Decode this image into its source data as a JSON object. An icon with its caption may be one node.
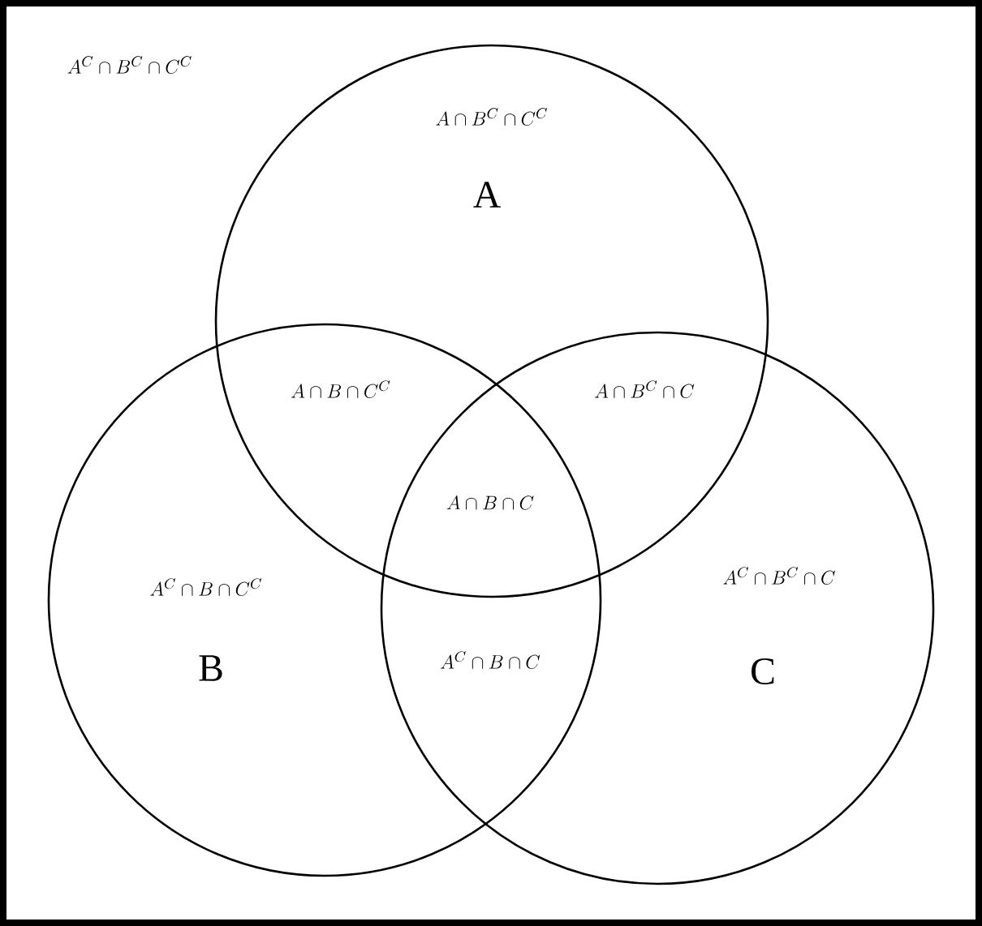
{
  "diagram": {
    "nodes": [
      {
        "text": [
          "A"
        ]
      },
      {
        "text": [
          "B"
        ]
      },
      {
        "text": [
          "C"
        ]
      }
    ],
    "labels": [
      "A^{C}\\cap B^{C}\\cap C^{C}",
      "A\\cap B^{C}\\cap C^{C}",
      "A\\cap B\\cap C^{C}",
      "A\\cap B^{C}\\cap C",
      "A\\cap B\\cap C",
      "A^{C}\\cap B\\cap C^{C}",
      "A^{C}\\cap B^{C}\\cap C",
      "A^{C}\\cap B\\cap C"
    ]
  }
}
